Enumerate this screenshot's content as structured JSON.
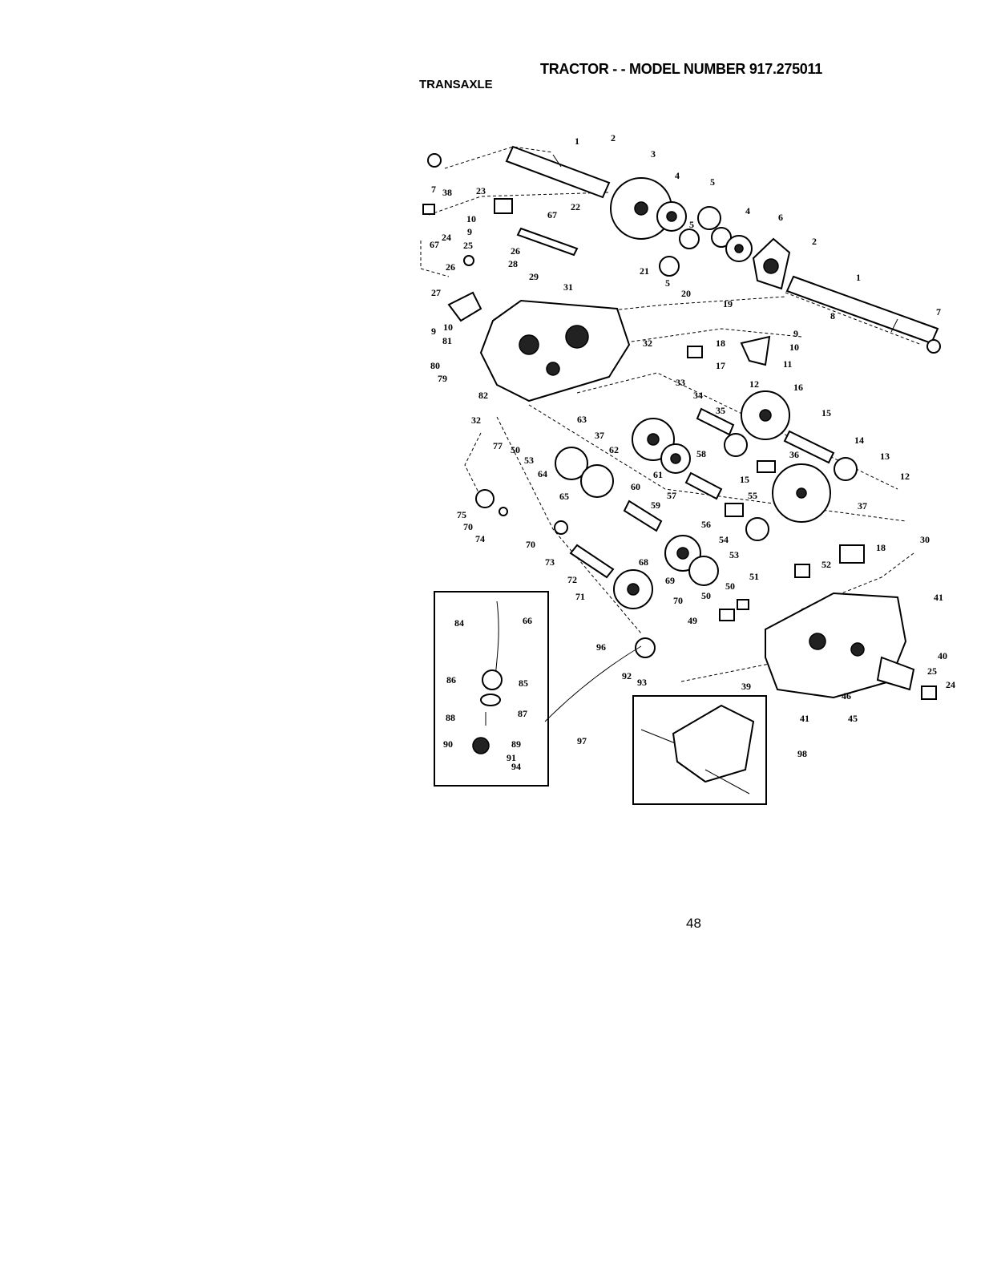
{
  "header": {
    "model_title": "TRACTOR - - MODEL NUMBER 917.275011",
    "section_title": "TRANSAXLE"
  },
  "page_number": "48",
  "callouts": [
    {
      "id": "c1a",
      "text": "1"
    },
    {
      "id": "c2a",
      "text": "2"
    },
    {
      "id": "c3",
      "text": "3"
    },
    {
      "id": "c4a",
      "text": "4"
    },
    {
      "id": "c5a",
      "text": "5"
    },
    {
      "id": "c4b",
      "text": "4"
    },
    {
      "id": "c6",
      "text": "6"
    },
    {
      "id": "c2b",
      "text": "2"
    },
    {
      "id": "c1b",
      "text": "1"
    },
    {
      "id": "c7a",
      "text": "7"
    },
    {
      "id": "c38",
      "text": "38"
    },
    {
      "id": "c23",
      "text": "23"
    },
    {
      "id": "c22",
      "text": "22"
    },
    {
      "id": "c67a",
      "text": "67"
    },
    {
      "id": "c10a",
      "text": "10"
    },
    {
      "id": "c9a",
      "text": "9"
    },
    {
      "id": "c24a",
      "text": "24"
    },
    {
      "id": "c67b",
      "text": "67"
    },
    {
      "id": "c25a",
      "text": "25"
    },
    {
      "id": "c26a",
      "text": "26"
    },
    {
      "id": "c26b",
      "text": "26"
    },
    {
      "id": "c28",
      "text": "28"
    },
    {
      "id": "c29",
      "text": "29"
    },
    {
      "id": "c21",
      "text": "21"
    },
    {
      "id": "c5b",
      "text": "5"
    },
    {
      "id": "c20",
      "text": "20"
    },
    {
      "id": "c5c",
      "text": "5"
    },
    {
      "id": "c8",
      "text": "8"
    },
    {
      "id": "c7b",
      "text": "7"
    },
    {
      "id": "c27",
      "text": "27"
    },
    {
      "id": "c31",
      "text": "31"
    },
    {
      "id": "c19",
      "text": "19"
    },
    {
      "id": "c9b",
      "text": "9"
    },
    {
      "id": "c10b",
      "text": "10"
    },
    {
      "id": "c9c",
      "text": "9"
    },
    {
      "id": "c10c",
      "text": "10"
    },
    {
      "id": "c81",
      "text": "81"
    },
    {
      "id": "c32a",
      "text": "32"
    },
    {
      "id": "c18a",
      "text": "18"
    },
    {
      "id": "c11",
      "text": "11"
    },
    {
      "id": "c80",
      "text": "80"
    },
    {
      "id": "c79",
      "text": "79"
    },
    {
      "id": "c17",
      "text": "17"
    },
    {
      "id": "c33",
      "text": "33"
    },
    {
      "id": "c12a",
      "text": "12"
    },
    {
      "id": "c16",
      "text": "16"
    },
    {
      "id": "c82",
      "text": "82"
    },
    {
      "id": "c34",
      "text": "34"
    },
    {
      "id": "c32b",
      "text": "32"
    },
    {
      "id": "c35",
      "text": "35"
    },
    {
      "id": "c63",
      "text": "63"
    },
    {
      "id": "c15a",
      "text": "15"
    },
    {
      "id": "c37a",
      "text": "37"
    },
    {
      "id": "c77",
      "text": "77"
    },
    {
      "id": "c62",
      "text": "62"
    },
    {
      "id": "c14",
      "text": "14"
    },
    {
      "id": "c50a",
      "text": "50"
    },
    {
      "id": "c53a",
      "text": "53"
    },
    {
      "id": "c58",
      "text": "58"
    },
    {
      "id": "c36",
      "text": "36"
    },
    {
      "id": "c13",
      "text": "13"
    },
    {
      "id": "c64",
      "text": "64"
    },
    {
      "id": "c61",
      "text": "61"
    },
    {
      "id": "c15b",
      "text": "15"
    },
    {
      "id": "c12b",
      "text": "12"
    },
    {
      "id": "c65",
      "text": "65"
    },
    {
      "id": "c60",
      "text": "60"
    },
    {
      "id": "c57",
      "text": "57"
    },
    {
      "id": "c55",
      "text": "55"
    },
    {
      "id": "c75",
      "text": "75"
    },
    {
      "id": "c59",
      "text": "59"
    },
    {
      "id": "c37b",
      "text": "37"
    },
    {
      "id": "c70a",
      "text": "70"
    },
    {
      "id": "c56",
      "text": "56"
    },
    {
      "id": "c74",
      "text": "74"
    },
    {
      "id": "c70b",
      "text": "70"
    },
    {
      "id": "c54",
      "text": "54"
    },
    {
      "id": "c30",
      "text": "30"
    },
    {
      "id": "c73",
      "text": "73"
    },
    {
      "id": "c68",
      "text": "68"
    },
    {
      "id": "c53b",
      "text": "53"
    },
    {
      "id": "c18b",
      "text": "18"
    },
    {
      "id": "c72",
      "text": "72"
    },
    {
      "id": "c51",
      "text": "51"
    },
    {
      "id": "c52",
      "text": "52"
    },
    {
      "id": "c69",
      "text": "69"
    },
    {
      "id": "c50b",
      "text": "50"
    },
    {
      "id": "c71",
      "text": "71"
    },
    {
      "id": "c50c",
      "text": "50"
    },
    {
      "id": "c70c",
      "text": "70"
    },
    {
      "id": "c41a",
      "text": "41"
    },
    {
      "id": "c84",
      "text": "84"
    },
    {
      "id": "c66",
      "text": "66"
    },
    {
      "id": "c49",
      "text": "49"
    },
    {
      "id": "c96",
      "text": "96"
    },
    {
      "id": "c40",
      "text": "40"
    },
    {
      "id": "c25b",
      "text": "25"
    },
    {
      "id": "c86",
      "text": "86"
    },
    {
      "id": "c85",
      "text": "85"
    },
    {
      "id": "c92",
      "text": "92"
    },
    {
      "id": "c93",
      "text": "93"
    },
    {
      "id": "c39",
      "text": "39"
    },
    {
      "id": "c24b",
      "text": "24"
    },
    {
      "id": "c46",
      "text": "46"
    },
    {
      "id": "c87",
      "text": "87"
    },
    {
      "id": "c88",
      "text": "88"
    },
    {
      "id": "c41b",
      "text": "41"
    },
    {
      "id": "c45",
      "text": "45"
    },
    {
      "id": "c89",
      "text": "89"
    },
    {
      "id": "c90",
      "text": "90"
    },
    {
      "id": "c97",
      "text": "97"
    },
    {
      "id": "c91",
      "text": "91"
    },
    {
      "id": "c94",
      "text": "94"
    },
    {
      "id": "c98",
      "text": "98"
    }
  ]
}
